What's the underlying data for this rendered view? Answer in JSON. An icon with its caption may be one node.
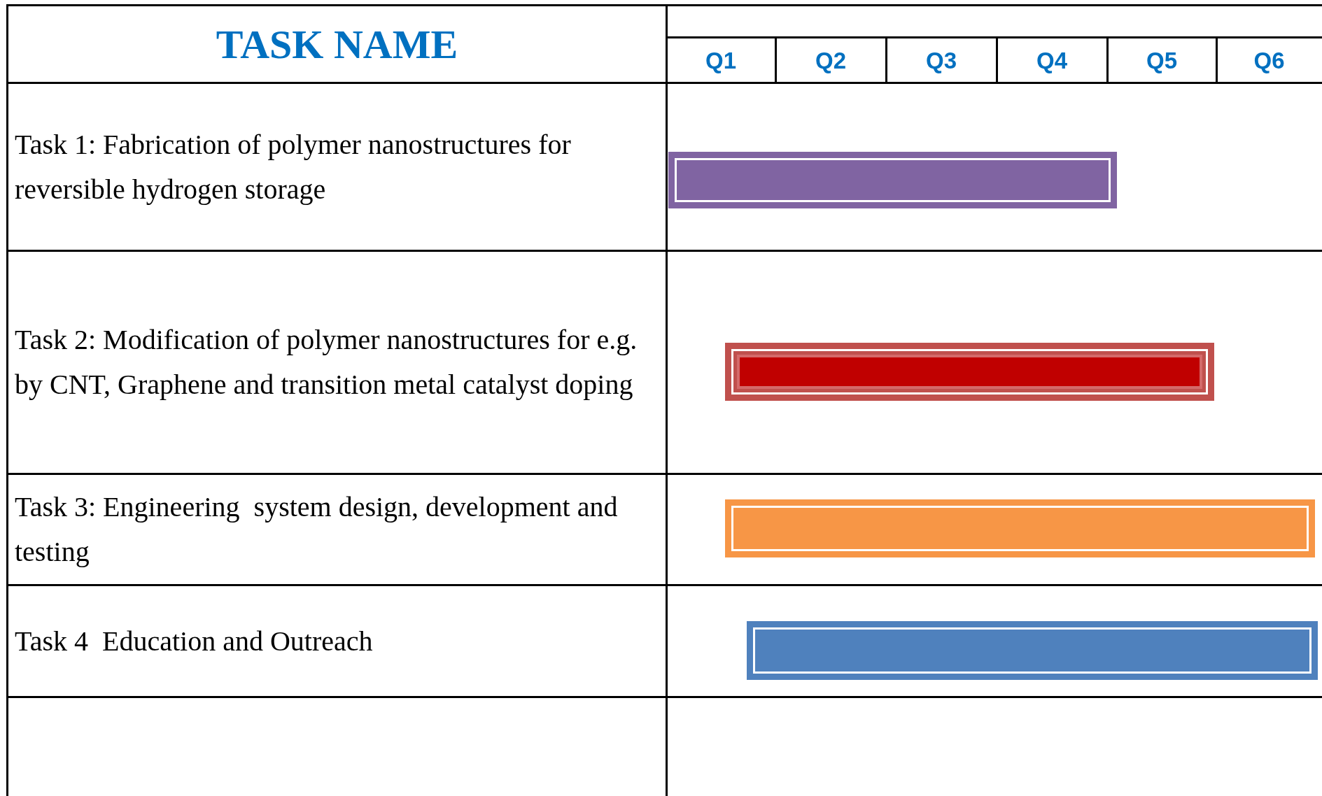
{
  "diagram": {
    "nodes": [
      {
        "text": [],
        "shape": "bar"
      },
      {
        "text": [],
        "shape": "bar"
      },
      {
        "text": [],
        "shape": "bar"
      },
      {
        "text": [],
        "shape": "bar"
      }
    ],
    "labels": [
      "TASK NAME",
      "Q1",
      "Q2",
      "Q3",
      "Q4",
      "Q5",
      "Q6",
      "Task 1: Fabrication of polymer nanostructures for reversible hydrogen storage",
      "Task 2: Modification of polymer nanostructures for e.g. by CNT, Graphene and transition metal catalyst doping",
      "Task 3: Engineering  system design, development and testing",
      "Task 4  Education and Outreach"
    ]
  }
}
